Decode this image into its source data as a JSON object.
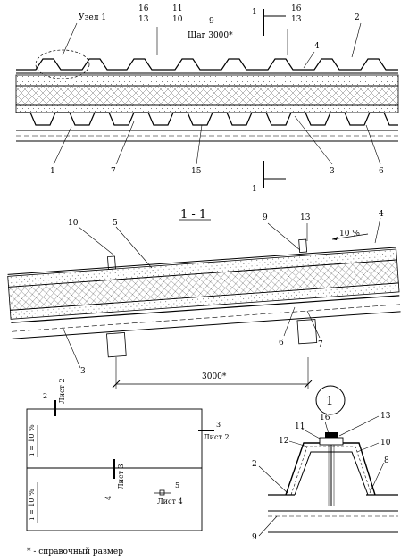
{
  "top_view": {
    "node_label": "Узел 1",
    "step_label": "Шаг 3000*",
    "callouts": [
      "16",
      "13",
      "11",
      "10",
      "9",
      "1",
      "16",
      "13",
      "2",
      "4",
      "1",
      "7",
      "15",
      "3",
      "6",
      "1"
    ]
  },
  "section": {
    "title": "1 - 1",
    "slope": "10 %",
    "dimension": "3000*",
    "callouts": [
      "10",
      "5",
      "9",
      "13",
      "4",
      "6",
      "7",
      "3"
    ]
  },
  "plan": {
    "sheet2_top": "Лист 2",
    "sheet2_right": "Лист 2",
    "sheet3": "Лист 3",
    "sheet4": "Лист 4",
    "slope_top": "i = 10 %",
    "slope_bottom": "i = 10 %",
    "num2": "2",
    "num3": "3",
    "num4": "4",
    "num5": "5"
  },
  "detail": {
    "node_number": "1",
    "callouts": [
      "11",
      "16",
      "13",
      "12",
      "10",
      "2",
      "8",
      "9"
    ]
  },
  "footnote": "* - справочный размер"
}
